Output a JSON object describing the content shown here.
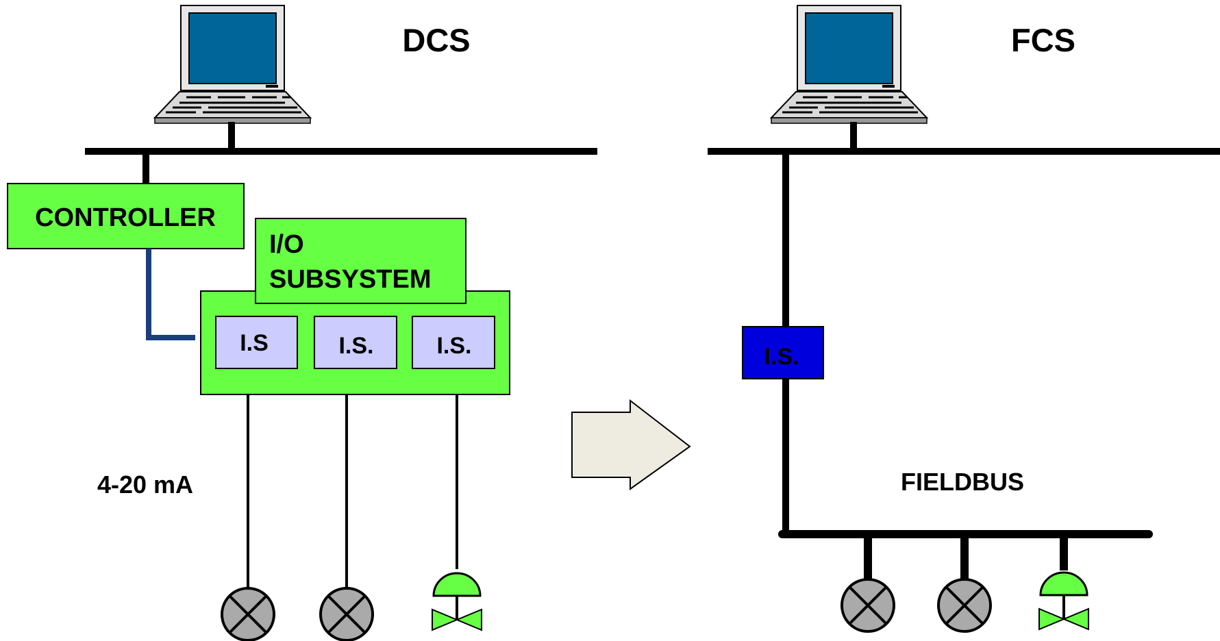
{
  "dcs": {
    "title": "DCS",
    "controller_label": "CONTROLLER",
    "io_label_line1": "I/O",
    "io_label_line2": "SUBSYSTEM",
    "is_cards": [
      "I.S",
      "I.S.",
      "I.S."
    ],
    "signal_label": "4-20 mA"
  },
  "fcs": {
    "title": "FCS",
    "is_label": "I.S.",
    "bus_label": "FIELDBUS"
  },
  "colors": {
    "module_green": "#66ff44",
    "field_valve_green": "#66ff44",
    "is_card_lavender": "#ccccff",
    "is_barrier_blue": "#0000dd",
    "controller_link_blue": "#1a3f7a",
    "monitor_screen": "#006699",
    "instrument_gray": "#aaaaaa",
    "arrow_fill": "#eeebe0"
  },
  "icons": [
    "computer-icon",
    "transmitter-icon",
    "control-valve-icon",
    "transition-arrow-icon"
  ]
}
